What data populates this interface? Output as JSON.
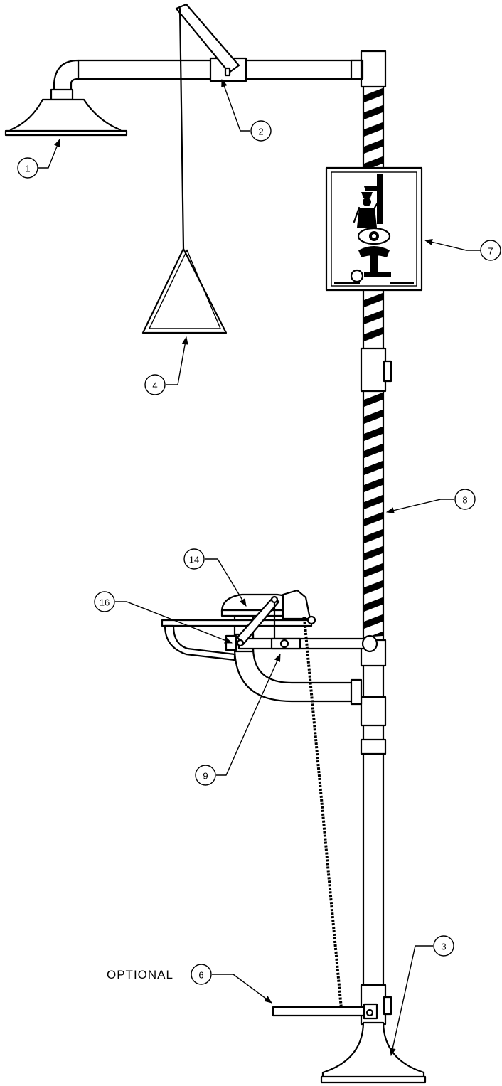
{
  "diagram": {
    "callouts": [
      {
        "id": "c1",
        "label": "1"
      },
      {
        "id": "c2",
        "label": "2"
      },
      {
        "id": "c3",
        "label": "3"
      },
      {
        "id": "c4",
        "label": "4"
      },
      {
        "id": "c6",
        "label": "6"
      },
      {
        "id": "c7",
        "label": "7"
      },
      {
        "id": "c8",
        "label": "8"
      },
      {
        "id": "c9",
        "label": "9"
      },
      {
        "id": "c14",
        "label": "14"
      },
      {
        "id": "c16",
        "label": "16"
      }
    ],
    "optional_label": "OPTIONAL"
  }
}
